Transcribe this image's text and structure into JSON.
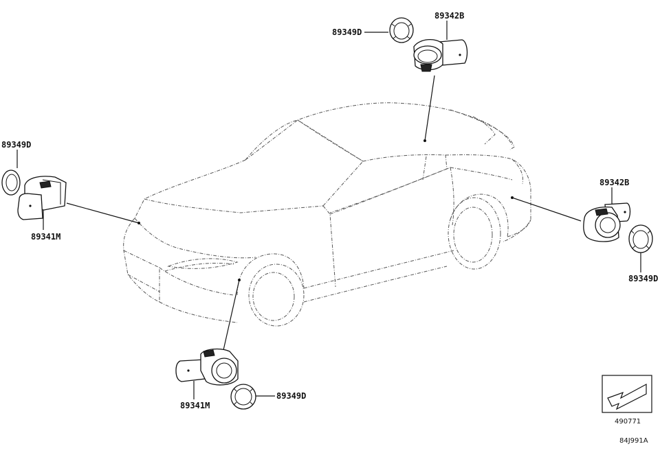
{
  "diagram": {
    "parts": [
      {
        "id": "p1",
        "label": "89349D"
      },
      {
        "id": "p2",
        "label": "89342B"
      },
      {
        "id": "p3",
        "label": "89349D"
      },
      {
        "id": "p4",
        "label": "89341M"
      },
      {
        "id": "p5",
        "label": "89342B"
      },
      {
        "id": "p6",
        "label": "89349D"
      },
      {
        "id": "p7",
        "label": "89341M"
      },
      {
        "id": "p8",
        "label": "89349D"
      }
    ],
    "view_code": "490771",
    "figure_code": "84J991A"
  }
}
